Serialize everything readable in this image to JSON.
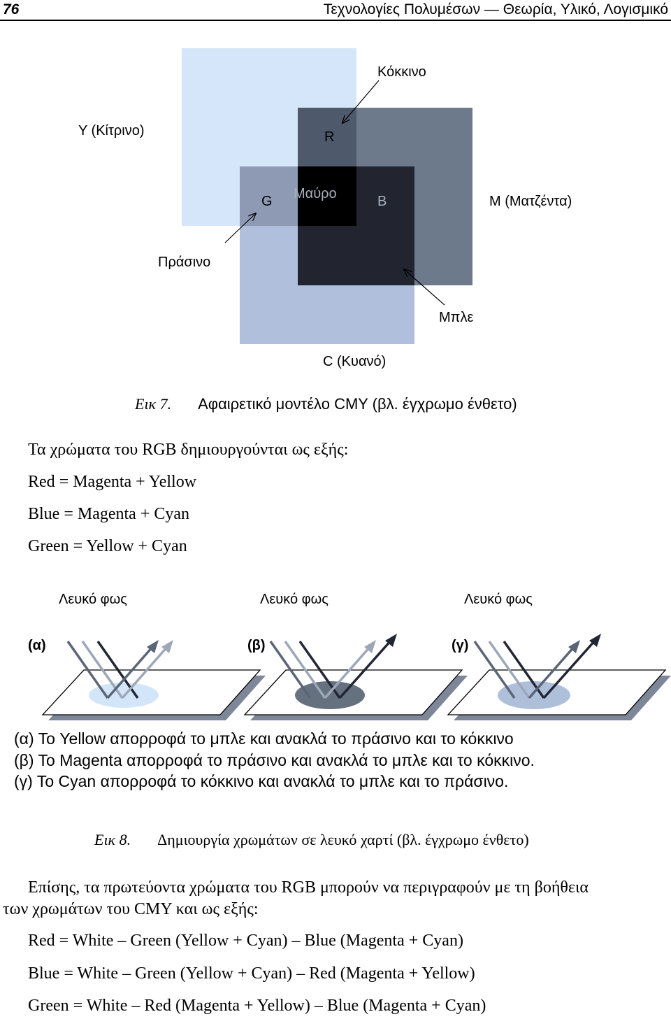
{
  "header": {
    "page_number": "76",
    "book_title": "Τεχνολογίες Πολυμέσων — Θεωρία, Υλικό, Λογισμικό"
  },
  "figure7": {
    "labels": {
      "red_name": "Κόκκινο",
      "yellow": "Y (Κίτρινο)",
      "r": "R",
      "g": "G",
      "black": "Μαύρο",
      "b": "B",
      "magenta": "M (Ματζέντα)",
      "green_name": "Πράσινο",
      "blue_name": "Μπλε",
      "cyan": "C (Κυανό)"
    },
    "caption_label": "Εικ 7.",
    "caption_text": "Αφαιρετικό μοντέλο CMY (βλ. έγχρωμο ένθετο)",
    "colors": {
      "yellow_area": "#d5e6fa",
      "cyan_area": "#b0c0dc",
      "magenta_area": "#6d7a8c",
      "red_area": "#4e5a6b",
      "green_area": "#8e9ab4",
      "blue_area": "#222530",
      "black_area": "#000000"
    }
  },
  "rgb_intro": {
    "heading": "Τα χρώματα του RGB δημιουργούνται ως εξής:",
    "lines": [
      "Red = Magenta + Yellow",
      "Blue = Magenta + Cyan",
      "Green = Yellow + Cyan"
    ]
  },
  "figure8": {
    "light_label": "Λευκό φως",
    "panels": [
      {
        "label": "(α)",
        "spot_color": "#d3e6f9"
      },
      {
        "label": "(β)",
        "spot_color": "#667180"
      },
      {
        "label": "(γ)",
        "spot_color": "#aebfda"
      }
    ],
    "descriptions": [
      "(α) Το Yellow απορροφά το μπλε και ανακλά το πράσινο και το κόκκινο",
      "(β) Το Magenta απορροφά το πράσινο και ανακλά το μπλε και το κόκκινο.",
      "(γ) Το Cyan απορροφά το κόκκινο και ανακλά το μπλε και το πράσινο."
    ],
    "caption_label": "Εικ 8.",
    "caption_text": "Δημιουργία χρωμάτων σε λευκό χαρτί (βλ. έγχρωμο ένθετο)"
  },
  "rgb_cmy": {
    "paragraph_line1": "Επίσης, τα πρωτεύοντα χρώματα του RGB μπορούν να περιγραφούν με τη βοήθεια",
    "paragraph_line2": "των χρωμάτων του CMY και ως εξής:",
    "lines": [
      "Red = White – Green (Yellow + Cyan) – Blue (Magenta + Cyan)",
      "Blue = White – Green (Yellow + Cyan) – Red (Magenta + Yellow)",
      "Green = White – Red (Magenta + Yellow) – Blue (Magenta + Cyan)"
    ]
  }
}
